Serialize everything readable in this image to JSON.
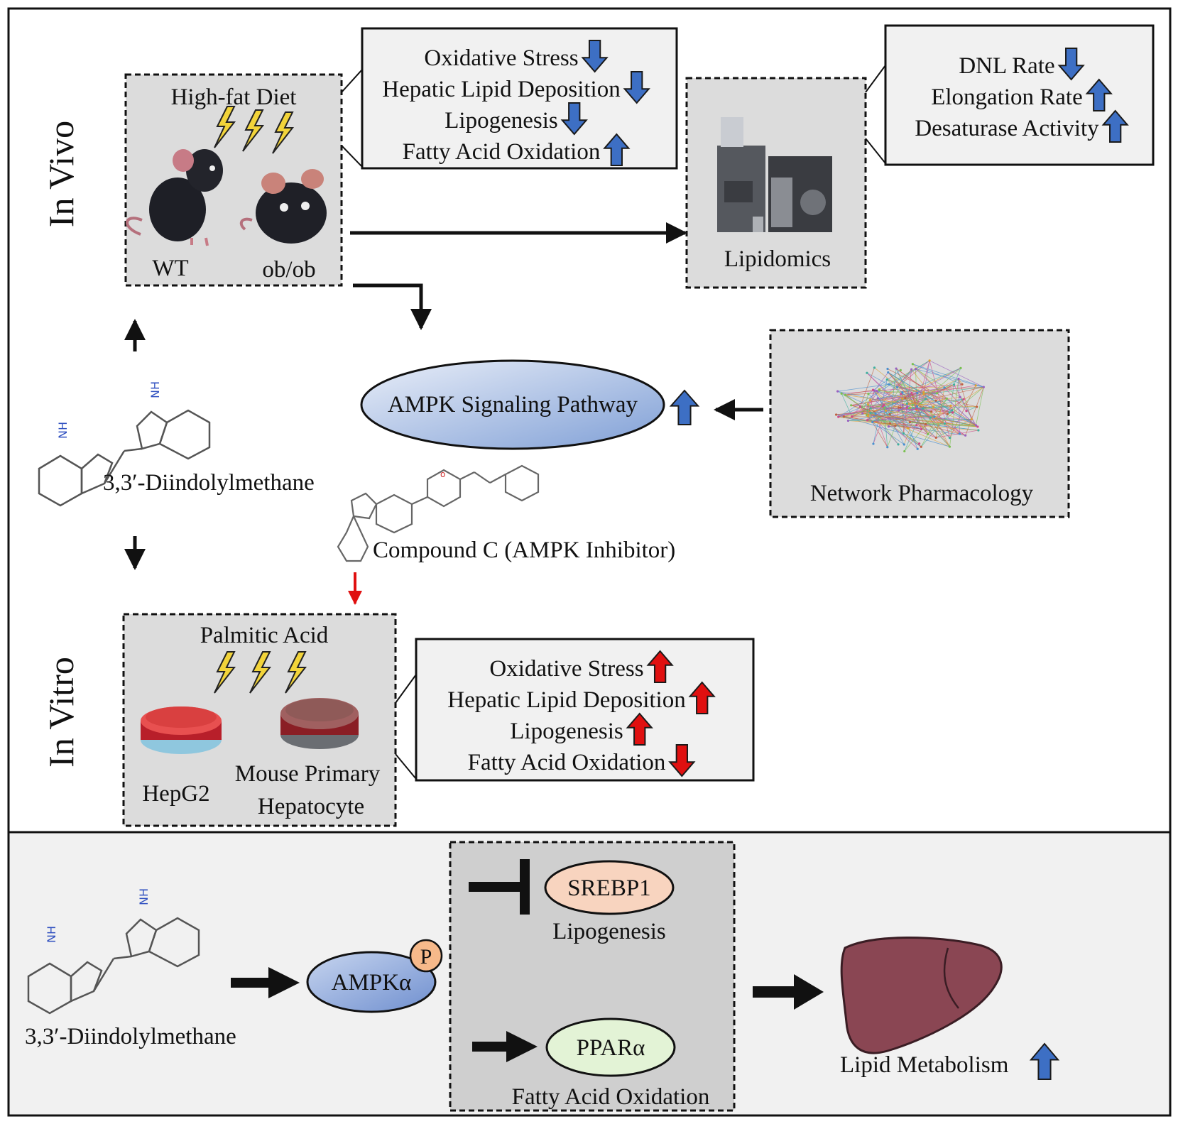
{
  "sections": {
    "in_vivo": "In Vivo",
    "in_vitro": "In Vitro"
  },
  "in_vivo": {
    "model_box": {
      "title": "High-fat Diet",
      "label_wt": "WT",
      "label_obob": "ob/ob"
    },
    "effects": [
      {
        "text": "Oxidative Stress",
        "direction": "down",
        "color": "#3d6fc4"
      },
      {
        "text": "Hepatic Lipid Deposition",
        "direction": "down",
        "color": "#3d6fc4"
      },
      {
        "text": "Lipogenesis",
        "direction": "down",
        "color": "#3d6fc4"
      },
      {
        "text": "Fatty Acid Oxidation",
        "direction": "up",
        "color": "#3d6fc4"
      }
    ],
    "lipidomics": {
      "label": "Lipidomics",
      "effects": [
        {
          "text": "DNL Rate",
          "direction": "down",
          "color": "#3d6fc4"
        },
        {
          "text": "Elongation Rate",
          "direction": "up",
          "color": "#3d6fc4"
        },
        {
          "text": "Desaturase Activity",
          "direction": "up",
          "color": "#3d6fc4"
        }
      ]
    }
  },
  "center": {
    "compound_label": "3,3′-Diindolylmethane",
    "pathway_label": "AMPK Signaling Pathway",
    "pathway_direction": "up",
    "network_label": "Network Pharmacology",
    "inhibitor_label": "Compound C (AMPK Inhibitor)"
  },
  "in_vitro": {
    "model_box": {
      "title": "Palmitic Acid",
      "label_hepg2": "HepG2",
      "label_primary_line1": "Mouse Primary",
      "label_primary_line2": "Hepatocyte"
    },
    "effects": [
      {
        "text": "Oxidative Stress",
        "direction": "up",
        "color": "#e01010"
      },
      {
        "text": "Hepatic Lipid Deposition",
        "direction": "up",
        "color": "#e01010"
      },
      {
        "text": "Lipogenesis",
        "direction": "up",
        "color": "#e01010"
      },
      {
        "text": "Fatty Acid Oxidation",
        "direction": "down",
        "color": "#e01010"
      }
    ]
  },
  "mechanism": {
    "compound_label": "3,3′-Diindolylmethane",
    "ampk_label": "AMPKα",
    "phospho_label": "P",
    "srebp_label": "SREBP1",
    "lipogenesis_label": "Lipogenesis",
    "ppar_label": "PPARα",
    "fao_label": "Fatty Acid Oxidation",
    "outcome_label": "Lipid Metabolism",
    "outcome_direction": "up"
  },
  "colors": {
    "blue_arrow": "#3d6fc4",
    "red_arrow": "#e01010",
    "box_fill": "#dcdcdc",
    "panel_fill": "#f1f1f1",
    "ellipse_blue": "#9db4df",
    "srebp_fill": "#f8d4bf",
    "ppar_fill": "#e3f3d6",
    "liver": "#8a4653"
  }
}
